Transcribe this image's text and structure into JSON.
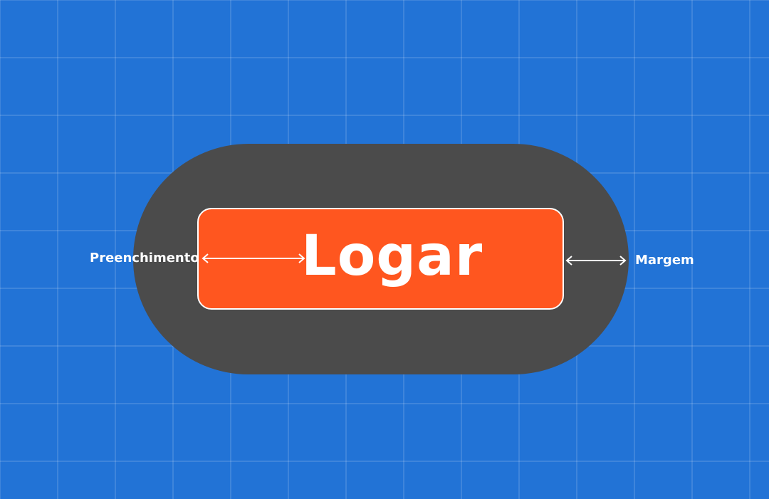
{
  "colors": {
    "background": "#2273d6",
    "container": "#4b4b4b",
    "button": "#ff561f",
    "stroke": "#ffffff"
  },
  "button": {
    "label": "Logar"
  },
  "annotations": {
    "padding_label": "Preenchimento",
    "margin_label": "Margem"
  },
  "icons": {
    "padding_arrow": "double-arrow-horizontal-icon",
    "margin_arrow": "double-arrow-horizontal-icon"
  }
}
